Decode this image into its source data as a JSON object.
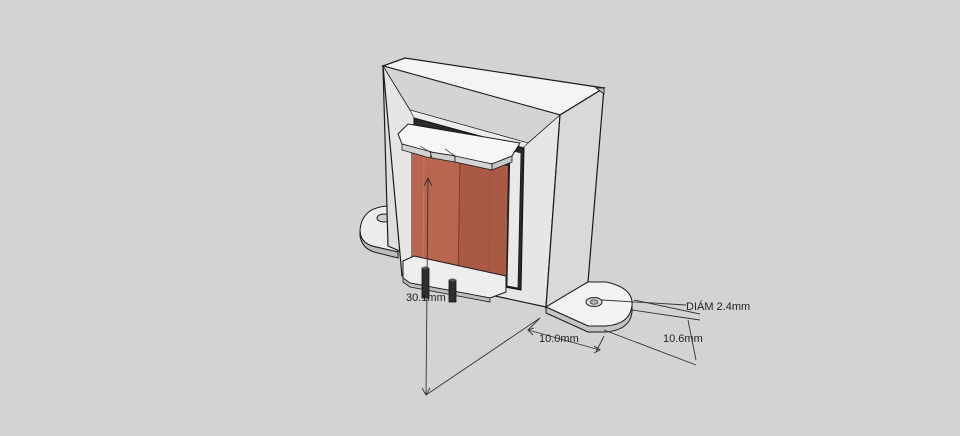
{
  "colors": {
    "background": "#d3d3d3",
    "steel_face": "#f2f2f2",
    "steel_front": "#e4e4e4",
    "steel_shadow": "#c9c9c9",
    "core_dark": "#2a2a2a",
    "coil_copper": "#b0604a",
    "coil_copper_light": "#c47a60",
    "bobbin_white": "#f7f7f7",
    "edge": "#1a1a1a",
    "dimension_line": "#333333"
  },
  "dimensions": {
    "height_label": "30.1mm",
    "hole_label": "DIÁM 2.4mm",
    "width_label": "10.0mm",
    "depth_label": "10.6mm"
  }
}
